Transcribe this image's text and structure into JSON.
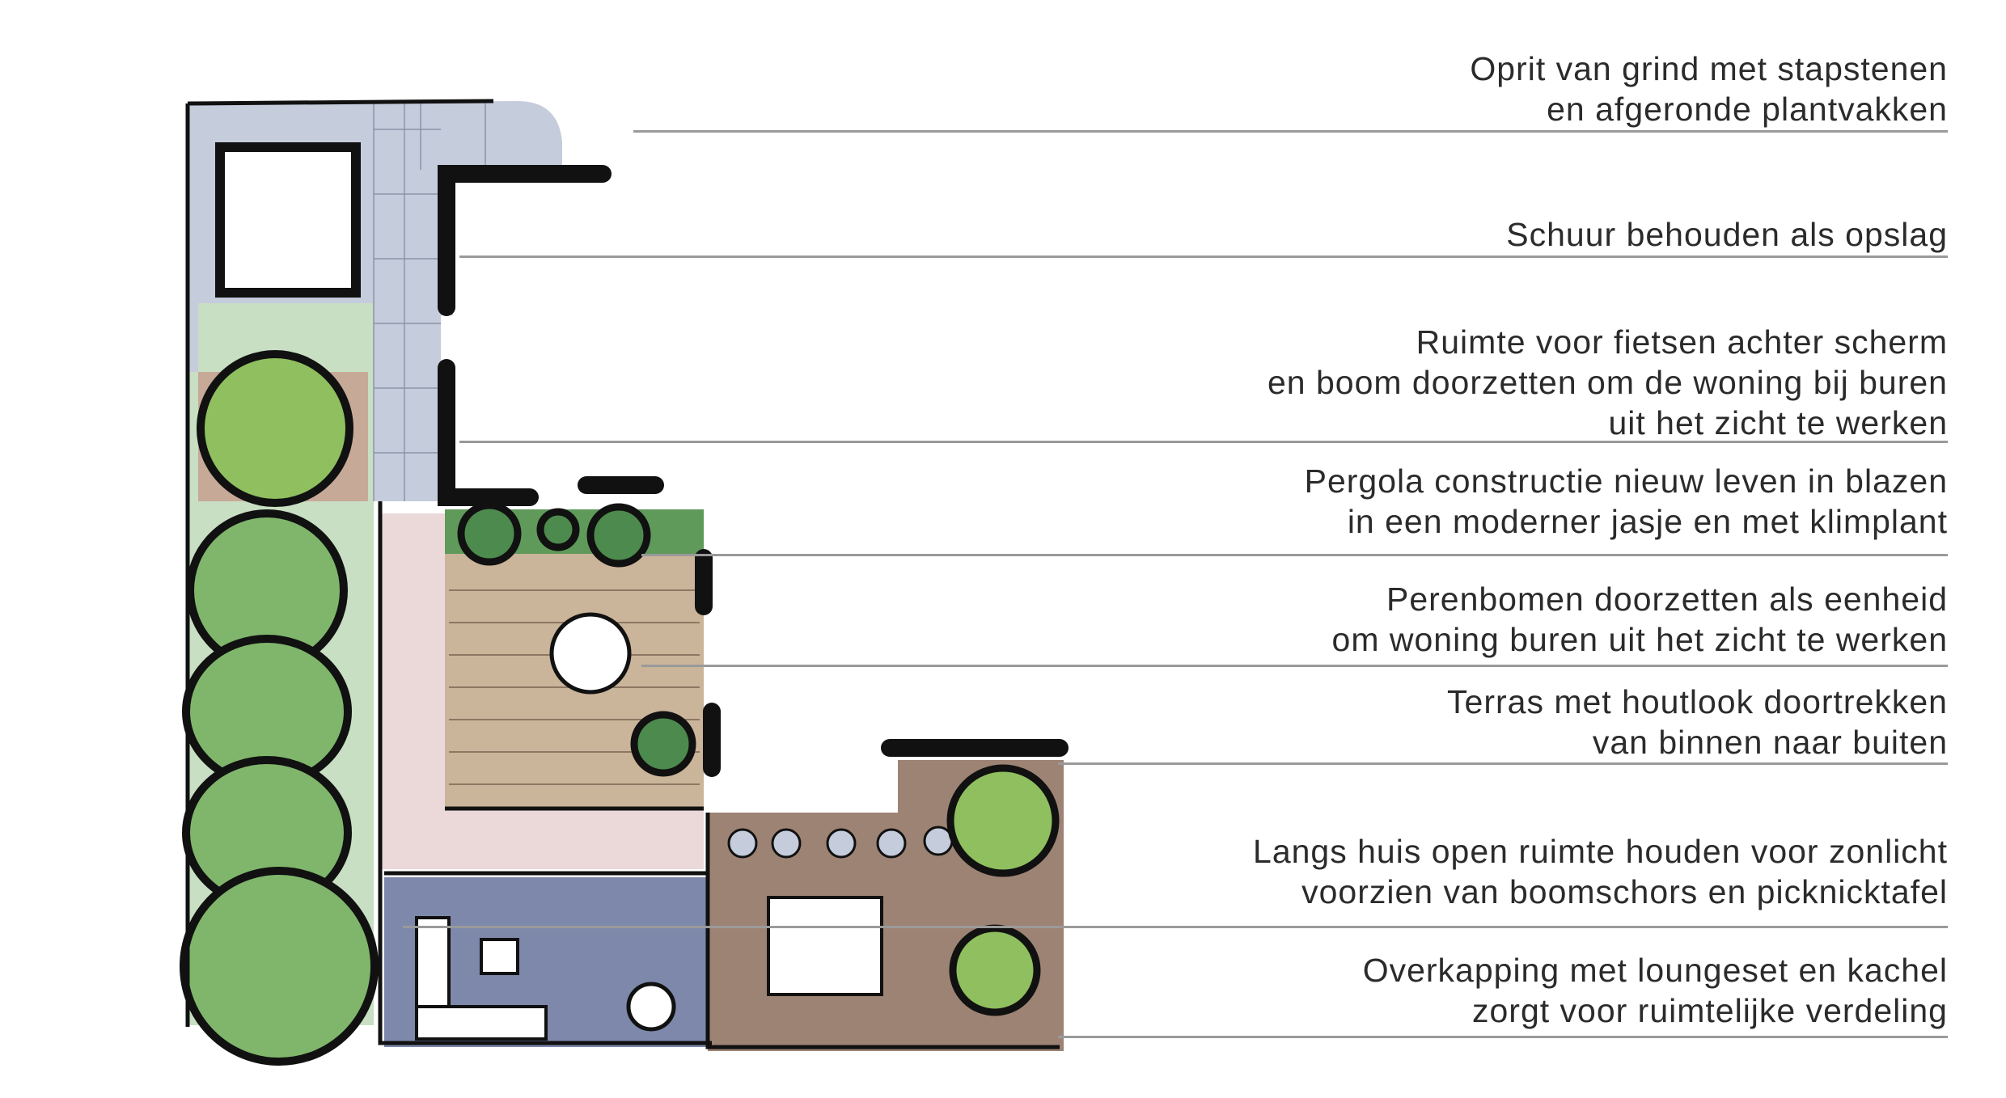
{
  "annotations": [
    {
      "id": "oprit",
      "lines": [
        "Oprit van grind met stapstenen",
        "en afgeronde plantvakken"
      ]
    },
    {
      "id": "schuur",
      "lines": [
        "Schuur behouden als opslag"
      ]
    },
    {
      "id": "fietsen",
      "lines": [
        "Ruimte voor fietsen achter scherm",
        "en boom doorzetten om de woning bij buren",
        "uit het zicht te werken"
      ]
    },
    {
      "id": "pergola",
      "lines": [
        "Pergola constructie nieuw leven in blazen",
        "in een moderner jasje en met klimplant"
      ]
    },
    {
      "id": "perenbomen",
      "lines": [
        "Perenbomen doorzetten als eenheid",
        "om woning buren uit het zicht te werken"
      ]
    },
    {
      "id": "terras",
      "lines": [
        "Terras met houtlook doortrekken",
        "van binnen naar buiten"
      ]
    },
    {
      "id": "zonlicht",
      "lines": [
        "Langs huis open ruimte houden voor zonlicht",
        "voorzien van boomschors en picknicktafel"
      ]
    },
    {
      "id": "overkapping",
      "lines": [
        "Overkapping met loungeset en kachel",
        "zorgt voor ruimtelijke verdeling"
      ]
    }
  ],
  "colors": {
    "paving": "#c5ccdc",
    "lawn": "#8fbf86",
    "hedge": "#5f9a5a",
    "wood": "#cab49a",
    "bark": "#9d8374",
    "lounge": "#7d88ab",
    "gravel": "#ead9d8",
    "terracotta": "#c79b8d",
    "ink": "#111111",
    "rule": "#9a9a9a"
  }
}
